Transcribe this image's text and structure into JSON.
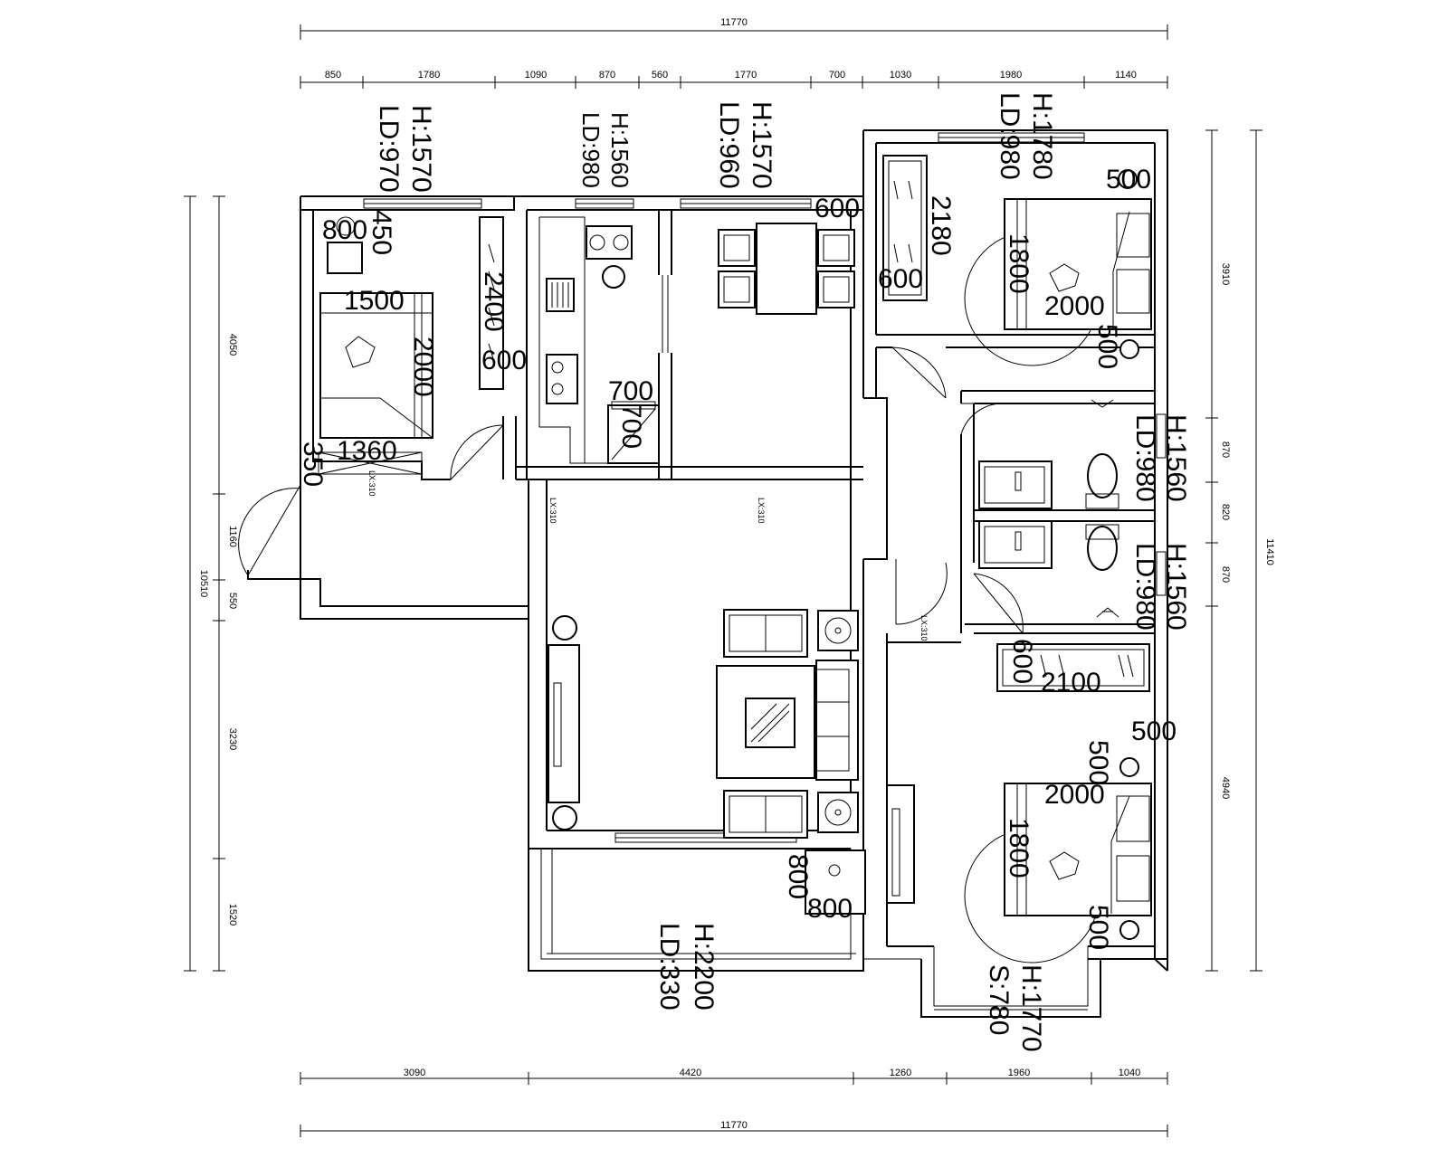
{
  "dimensions": {
    "top_total": "11770",
    "top_segments": [
      "850",
      "1780",
      "1090",
      "870",
      "560",
      "1770",
      "700",
      "1030",
      "1980",
      "1140"
    ],
    "bottom_total": "11770",
    "bottom_segments": [
      "3090",
      "4420",
      "1260",
      "1960",
      "1040"
    ],
    "left_total": "10510",
    "left_segments": [
      "4050",
      "1160",
      "550",
      "3230",
      "1520"
    ],
    "right_total": "11410",
    "right_segments": [
      "3910",
      "870",
      "820",
      "870",
      "4940"
    ]
  },
  "windows": {
    "bedroom_left": {
      "h": "H:1570",
      "ld": "LD:970"
    },
    "kitchen": {
      "h": "H:1560",
      "ld": "LD:980"
    },
    "dining": {
      "h": "H:1570",
      "ld": "LD:960"
    },
    "bedroom_top_right": {
      "h": "H:1780",
      "ld": "LD:980"
    },
    "bath_upper": {
      "h": "H:1560",
      "ld": "LD:980"
    },
    "bath_lower": {
      "h": "H:1560",
      "ld": "LD:980"
    },
    "balcony": {
      "h": "H:2200",
      "ld": "LD:330"
    },
    "bedroom_bottom_right": {
      "h": "H:1770",
      "ld": "S:780"
    }
  },
  "furniture_dims": {
    "d800a": "800",
    "d450": "450",
    "d1500": "1500",
    "d2000a": "2000",
    "d2400": "2400",
    "d600a": "600",
    "d1360": "1360",
    "d350": "350",
    "d700a": "700",
    "d700b": "700",
    "d600b": "600",
    "d2180": "2180",
    "d600c": "600",
    "d500a": "500",
    "d1800a": "1800",
    "d2000b": "2000",
    "d500b": "500",
    "d600d": "600",
    "d2100": "2100",
    "d500c": "500",
    "d500d": "500",
    "d2000c": "2000",
    "d1800b": "1800",
    "d500e": "500",
    "d800b": "800",
    "d800c": "800"
  },
  "lighting": {
    "lx1": "LX:310",
    "lx2": "LX:310",
    "lx3": "LX:310",
    "lx4": "LX:310"
  }
}
